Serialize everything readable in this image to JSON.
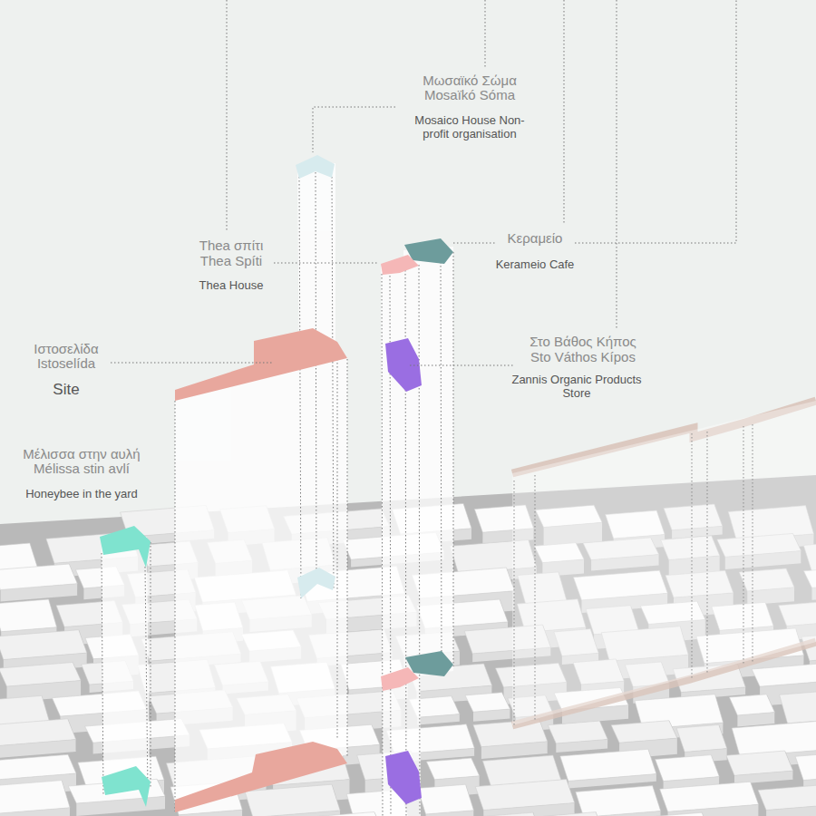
{
  "diagram": {
    "labels": [
      "Μωσαϊκό Σώμα",
      "Mosaïkó Sóma",
      "Mosaico House Non-profit organisation",
      "Κεραμείο",
      "Kerameio Cafe",
      "Thea σπίτι",
      "Thea Spíti",
      "Thea House",
      "Ιστοσελίδα",
      "Istoselída",
      "Site",
      "Στο Βάθος Κήπος",
      "Sto Váthos Kípos",
      "Zannis Organic Products Store",
      "Μέλισσα στην αυλή",
      "Mélissa stin avlí",
      "Honeybee in the yard"
    ]
  }
}
